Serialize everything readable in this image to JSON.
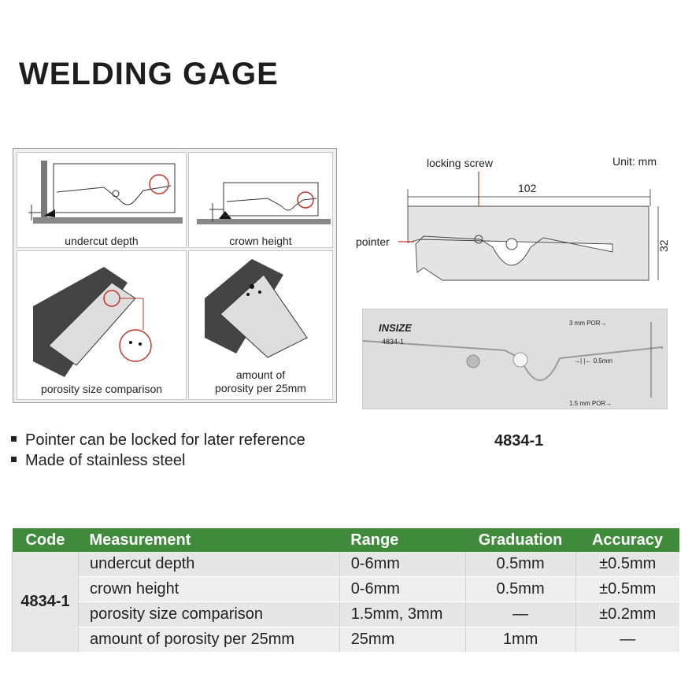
{
  "title": "WELDING GAGE",
  "illustrations": {
    "undercut": "undercut depth",
    "crown": "crown height",
    "porosity_size": "porosity size comparison",
    "porosity_amount_l1": "amount of",
    "porosity_amount_l2": "porosity per 25mm"
  },
  "drawing": {
    "locking_screw": "locking screw",
    "unit": "Unit: mm",
    "width": "102",
    "height": "32",
    "pointer": "pointer"
  },
  "photo": {
    "brand": "INSIZE",
    "model": "4834-1",
    "por3": "3 mm POR→",
    "por15": "1.5 mm POR→",
    "half": "→| |← 0.5mm"
  },
  "features": [
    "Pointer can be locked for later reference",
    "Made of stainless steel"
  ],
  "model_caption": "4834-1",
  "table": {
    "headers": [
      "Code",
      "Measurement",
      "Range",
      "Graduation",
      "Accuracy"
    ],
    "code": "4834-1",
    "rows": [
      [
        "undercut depth",
        "0-6mm",
        "0.5mm",
        "±0.5mm"
      ],
      [
        "crown height",
        "0-6mm",
        "0.5mm",
        "±0.5mm"
      ],
      [
        "porosity size comparison",
        "1.5mm, 3mm",
        "—",
        "±0.2mm"
      ],
      [
        "amount of porosity per 25mm",
        "25mm",
        "1mm",
        "—"
      ]
    ]
  }
}
